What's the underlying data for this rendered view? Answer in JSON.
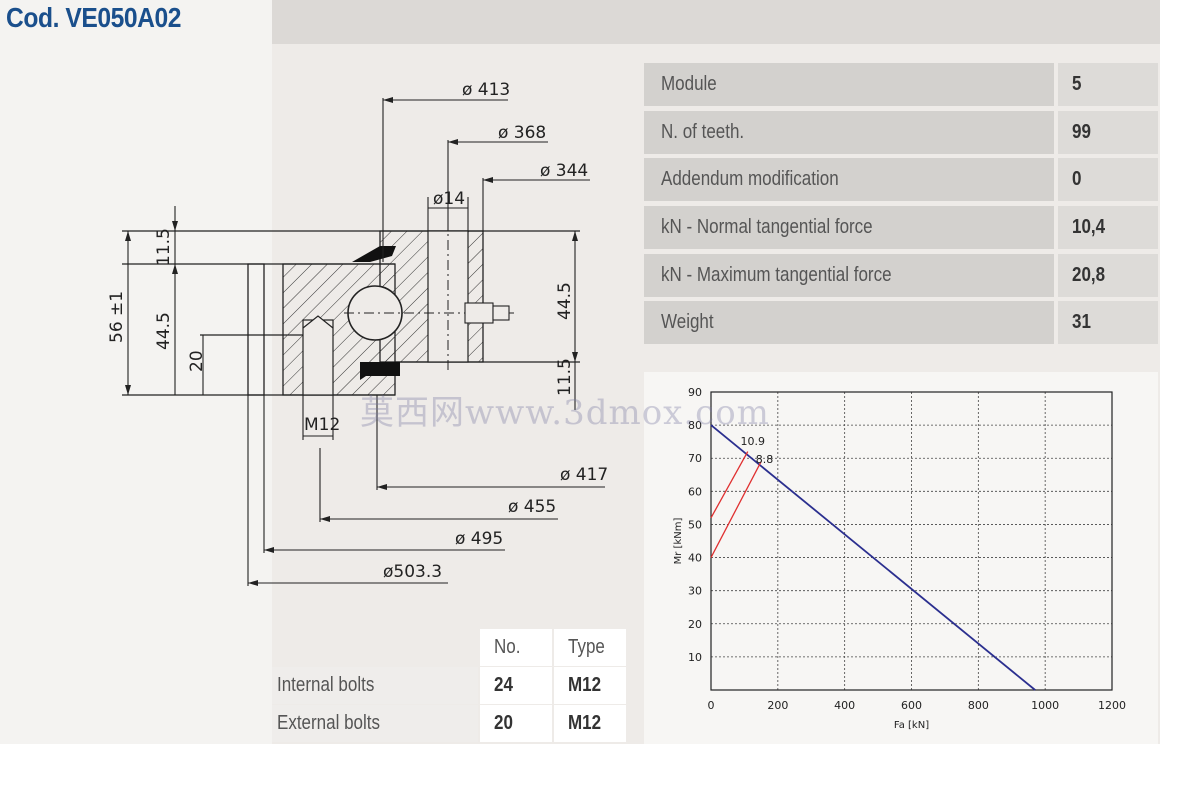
{
  "title": "Cod. VE050A02",
  "specs": [
    {
      "label": "Module",
      "value": "5"
    },
    {
      "label": "N. of teeth.",
      "value": "99"
    },
    {
      "label": "Addendum modification",
      "value": "0"
    },
    {
      "label": "kN - Normal tangential force",
      "value": "10,4"
    },
    {
      "label": "kN - Maximum tangential force",
      "value": "20,8"
    },
    {
      "label": "Weight",
      "value": "31"
    }
  ],
  "drawing": {
    "dims": {
      "d413": "ø 413",
      "d368": "ø 368",
      "d344": "ø 344",
      "d14": "ø14",
      "d417": "ø 417",
      "d455": "ø 455",
      "d495": "ø 495",
      "d503": "ø503.3",
      "h56": "56 ±1",
      "h445_left": "44.5",
      "h115_top": "11.5",
      "h20": "20",
      "h445_right": "44.5",
      "h115_bottom": "11.5",
      "m12": "M12"
    }
  },
  "bolts": {
    "headers": {
      "no": "No.",
      "type": "Type"
    },
    "rows": [
      {
        "label": "Internal bolts",
        "no": "24",
        "type": "M12"
      },
      {
        "label": "External bolts",
        "no": "20",
        "type": "M12"
      }
    ]
  },
  "watermark": "莫西网www.3dmox.com",
  "chart_data": {
    "type": "line",
    "xlabel": "Fa [kN]",
    "ylabel": "Mr [kNm]",
    "xlim": [
      0,
      1200
    ],
    "ylim": [
      0,
      90
    ],
    "xticks": [
      0,
      200,
      400,
      600,
      800,
      1000,
      1200
    ],
    "yticks": [
      10,
      20,
      30,
      40,
      50,
      60,
      70,
      80,
      90
    ],
    "grid": true,
    "series": [
      {
        "name": "",
        "color": "#2b2f8f",
        "points": [
          [
            0,
            80
          ],
          [
            970,
            0
          ]
        ]
      },
      {
        "name": "10.9",
        "color": "#e03030",
        "points": [
          [
            0,
            52
          ],
          [
            110,
            72
          ]
        ]
      },
      {
        "name": "8.8",
        "color": "#e03030",
        "points": [
          [
            0,
            40
          ],
          [
            150,
            69
          ]
        ]
      }
    ],
    "annotations": [
      {
        "text": "10.9",
        "x": 125,
        "y": 74
      },
      {
        "text": "8.8",
        "x": 160,
        "y": 68.5
      }
    ]
  }
}
